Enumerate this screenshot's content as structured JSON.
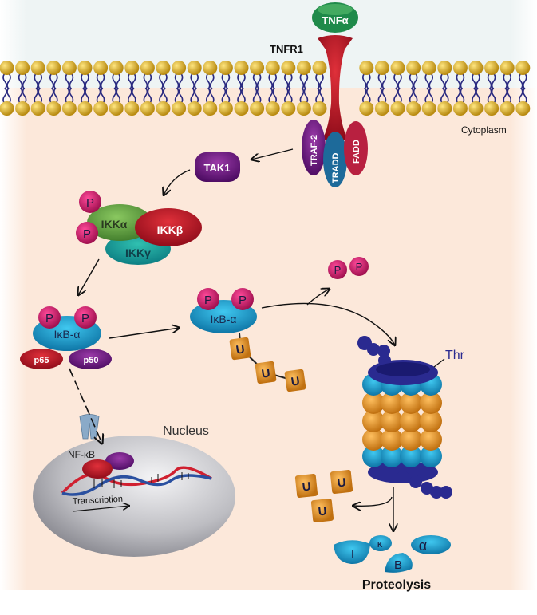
{
  "labels": {
    "tnf_alpha": "TNFα",
    "tnfr1": "TNFR1",
    "cytoplasm": "Cytoplasm",
    "traf2": "TRAF-2",
    "tradd": "TRADD",
    "fadd": "FADD",
    "tak1": "TAK1",
    "ikk_alpha": "IKKα",
    "ikk_beta": "IKKβ",
    "ikk_gamma": "IKKγ",
    "phospho": "P",
    "ikb_alpha": "IκB-α",
    "p65": "p65",
    "p50": "p50",
    "ubiquitin": "U",
    "thr": "Thr",
    "nucleus": "Nucleus",
    "nfkb": "NF-κB",
    "transcription": "Transcription",
    "frag_i": "I",
    "frag_kappa": "κ",
    "frag_b": "B",
    "frag_alpha": "α",
    "proteolysis": "Proteolysis"
  },
  "colors": {
    "cytoplasm_bg": "#fce8da",
    "extracellular_bg": "#eef4f4",
    "lipid_head": "#e0b020",
    "lipid_tail": "#2a2a80",
    "receptor": "#d42030",
    "tnf": "#1f8a4a",
    "tak1": "#5a1a80",
    "phospho": "#d0186a",
    "ikb": "#1ea0d0",
    "ubiquitin": "#f0901e",
    "proteasome_cap": "#2a2a90",
    "nucleus": "#c8c8cc"
  }
}
